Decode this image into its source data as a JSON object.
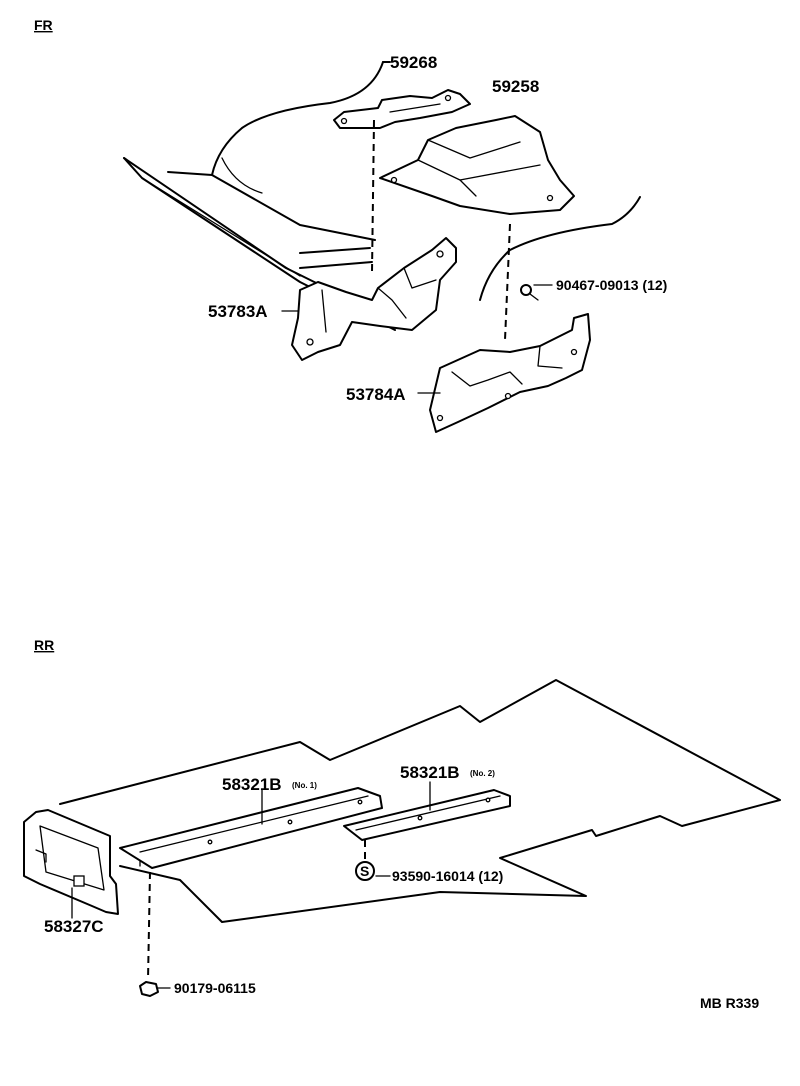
{
  "sections": {
    "front": "FR",
    "rear": "RR"
  },
  "labels": {
    "p59268": "59268",
    "p59258": "59258",
    "p53783A": "53783A",
    "p53784A": "53784A",
    "p90467": "90467-09013 (12)",
    "p58321B_1": "58321B",
    "p58321B_1_note": "(No. 1)",
    "p58321B_2": "58321B",
    "p58321B_2_note": "(No. 2)",
    "p93590": "93590-16014 (12)",
    "p58327C": "58327C",
    "p90179": "90179-06115",
    "drawing_code": "MB R339"
  },
  "symbols": {
    "washer_mark": "S"
  }
}
